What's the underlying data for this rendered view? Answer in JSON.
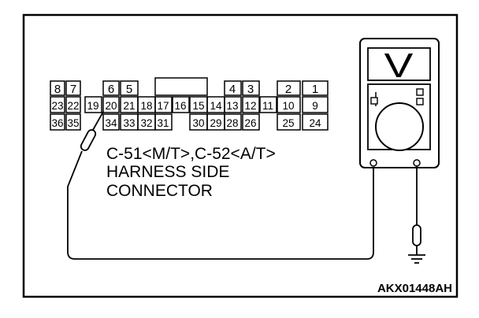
{
  "connector": {
    "row1": [
      "8",
      "7",
      "6",
      "5",
      "4",
      "3",
      "2",
      "1"
    ],
    "row2": [
      "23",
      "22",
      "19",
      "20",
      "21",
      "18",
      "17",
      "16",
      "15",
      "14",
      "13",
      "12",
      "11",
      "10",
      "9"
    ],
    "row3": [
      "36",
      "35",
      "34",
      "33",
      "32",
      "31",
      "30",
      "29",
      "28",
      "26",
      "25",
      "24"
    ]
  },
  "label": {
    "line1": "C-51<M/T>,C-52<A/T>",
    "line2": "HARNESS SIDE",
    "line3": "CONNECTOR"
  },
  "figure_code": "AKX01448AH",
  "meter": {
    "symbol": "V",
    "ground_icon": "ground-icon"
  }
}
